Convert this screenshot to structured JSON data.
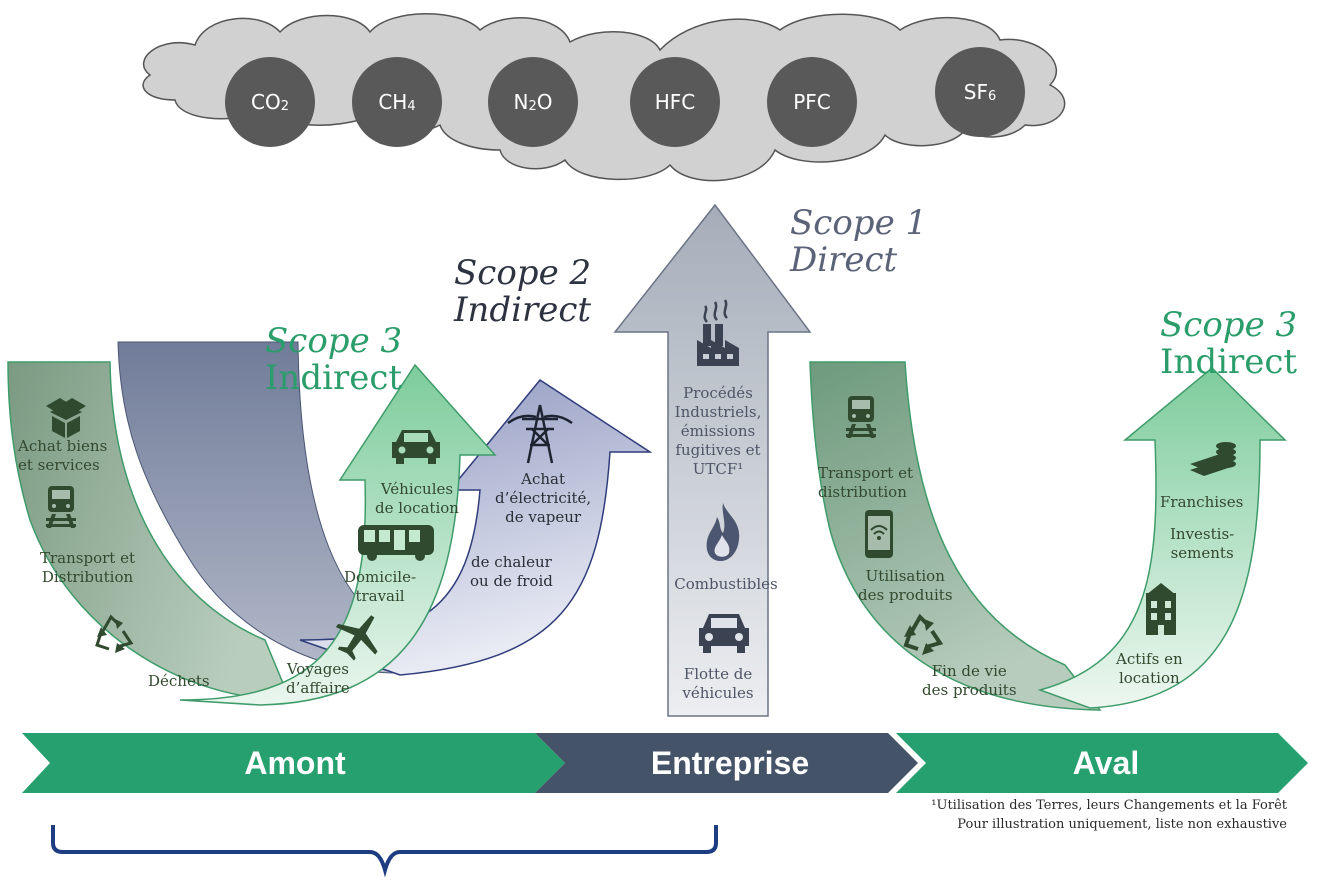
{
  "colors": {
    "green": "#26a06f",
    "green_text": "#2a9d6b",
    "navy": "#455369",
    "scope2_text": "#2e3341",
    "scope1_text": "#5b6378",
    "gas_circle": "#595959",
    "cloud": "#d1d1d1",
    "bracket": "#1e3c82"
  },
  "gases": [
    {
      "base": "CO",
      "sub": "2"
    },
    {
      "base": "CH",
      "sub": "4"
    },
    {
      "base": "N",
      "sub": "2",
      "tail": "O"
    },
    {
      "base": "HFC",
      "sub": ""
    },
    {
      "base": "PFC",
      "sub": ""
    },
    {
      "base": "SF",
      "sub": "6"
    }
  ],
  "scopes": {
    "scope1": {
      "line1": "Scope 1",
      "line2": "Direct"
    },
    "scope2": {
      "line1": "Scope 2",
      "line2": "Indirect"
    },
    "scope3_upstream": {
      "line1": "Scope 3",
      "line2": "Indirect"
    },
    "scope3_downstream": {
      "line1": "Scope 3",
      "line2": "Indirect"
    }
  },
  "upstream_items": [
    {
      "label": "Achat biens\net services",
      "icon": "box-icon"
    },
    {
      "label": "Transport et\nDistribution",
      "icon": "train-icon"
    },
    {
      "label": "Déchets",
      "icon": "recycle-icon"
    }
  ],
  "upstream_travel_items": [
    {
      "label": "Véhicules\nde location",
      "icon": "car-icon"
    },
    {
      "label": "Domicile-\ntravail",
      "icon": "bus-icon"
    },
    {
      "label": "Voyages\nd’affaire",
      "icon": "airplane-icon"
    }
  ],
  "scope2_items": [
    {
      "label": "Achat\nd’électricité,\nde vapeur",
      "icon": "power-pylon-icon"
    },
    {
      "label": "de chaleur\nou de froid",
      "icon": ""
    }
  ],
  "scope1_items": [
    {
      "label": "Procédés\nIndustriels,\némissions\nfugitives et\nUTCF¹",
      "icon": "factory-icon"
    },
    {
      "label": "Combustibles",
      "icon": "flame-icon"
    },
    {
      "label": "Flotte de\nvéhicules",
      "icon": "car-icon"
    }
  ],
  "downstream_items": [
    {
      "label": "Transport et\ndistribution",
      "icon": "train-icon"
    },
    {
      "label": "Utilisation\ndes produits",
      "icon": "phone-icon"
    },
    {
      "label": "Fin de vie\ndes produits",
      "icon": "recycle-icon"
    }
  ],
  "downstream_right_items": [
    {
      "label": "Franchises",
      "icon": "money-icon"
    },
    {
      "label": "Investis-\nsements",
      "icon": ""
    },
    {
      "label": "Actifs en\nlocation",
      "icon": "building-icon"
    }
  ],
  "stages": {
    "amont": "Amont",
    "entreprise": "Entreprise",
    "aval": "Aval"
  },
  "footnotes": {
    "line1": "¹Utilisation des Terres, leurs Changements et la Forêt",
    "line2": "Pour illustration uniquement, liste non exhaustive"
  }
}
